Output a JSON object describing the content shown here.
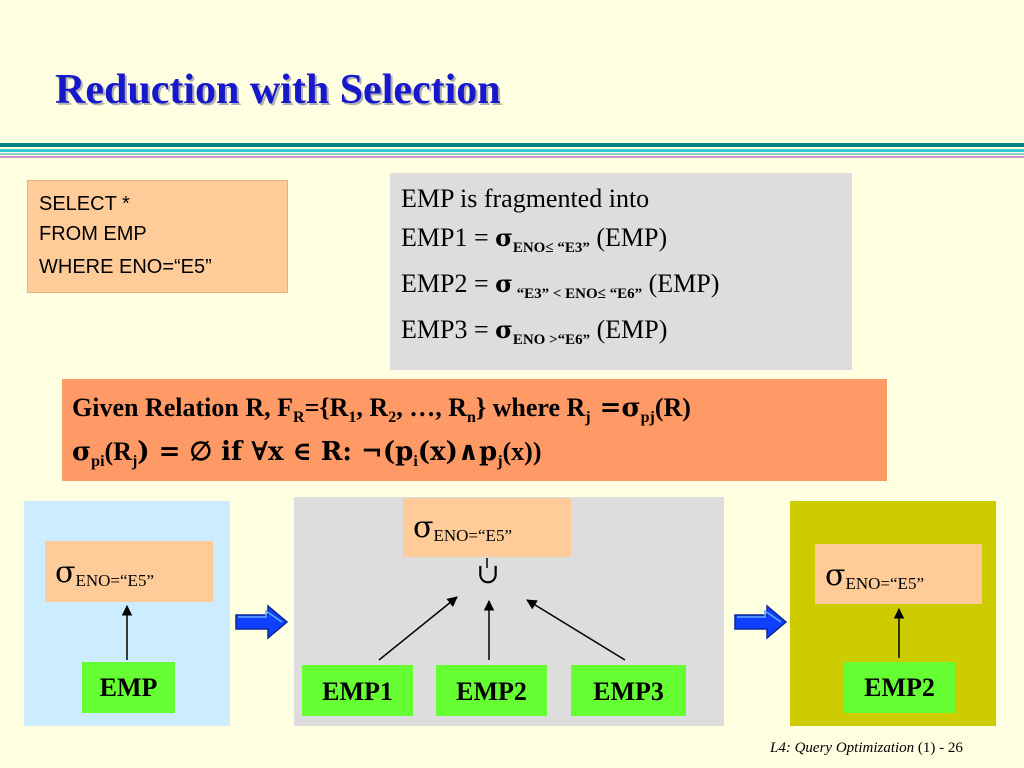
{
  "slide": {
    "title": "Reduction with Selection",
    "query": {
      "line1": "SELECT *",
      "line2": "FROM EMP",
      "line3": "WHERE ENO=“E5”"
    },
    "fragments": {
      "intro": "EMP is fragmented into",
      "emp1": {
        "lhs": "EMP1 = ",
        "sigma": "σ",
        "cond": "ENO≤ “E3”",
        "rhs": " (EMP)"
      },
      "emp2": {
        "lhs": "EMP2 = ",
        "sigma": "σ",
        "cond": " “E3” < ENO≤ “E6”",
        "rhs": " (EMP)"
      },
      "emp3": {
        "lhs": "EMP3 = ",
        "sigma": "σ",
        "cond": "ENO >“E6”",
        "rhs": " (EMP)"
      }
    },
    "rule": {
      "line1": {
        "a": "Given Relation R, F",
        "a_sub": "R",
        "b": "={R",
        "b_sub": "1",
        "c": ", R",
        "c_sub": "2",
        "d": ", …, R",
        "d_sub": "n",
        "e": "} where R",
        "e_sub": "j",
        "f": " =σ",
        "f_sub": "pj",
        "g": "(R)"
      },
      "line2": {
        "a": "σ",
        "a_sub": "pi",
        "b": "(R",
        "b_sub": "j",
        "c": ") = ∅ if ∀x ∈ R: ¬(p",
        "c_sub": "i",
        "d": "(x)∧p",
        "d_sub": "j",
        "e": "(x))"
      }
    },
    "trees": {
      "sigma": "σ",
      "selection": "ENO=“E5”",
      "left_leaf": "EMP",
      "union": "∪",
      "mid_leaves": [
        "EMP1",
        "EMP2",
        "EMP3"
      ],
      "right_leaf": "EMP2"
    },
    "footer": {
      "course": "L4: Query Optimization",
      "part": " (1) - 26"
    },
    "colors": {
      "background": "#FFFFE1",
      "title": "#1717CC",
      "query_box": "#FFCC99",
      "fragment_box": "#DDDDDD",
      "rule_box": "#FF9966",
      "left_panel": "#CCECFF",
      "right_panel": "#CCCC00",
      "leaf": "#66FF33",
      "arrow": "#0033FF"
    }
  }
}
